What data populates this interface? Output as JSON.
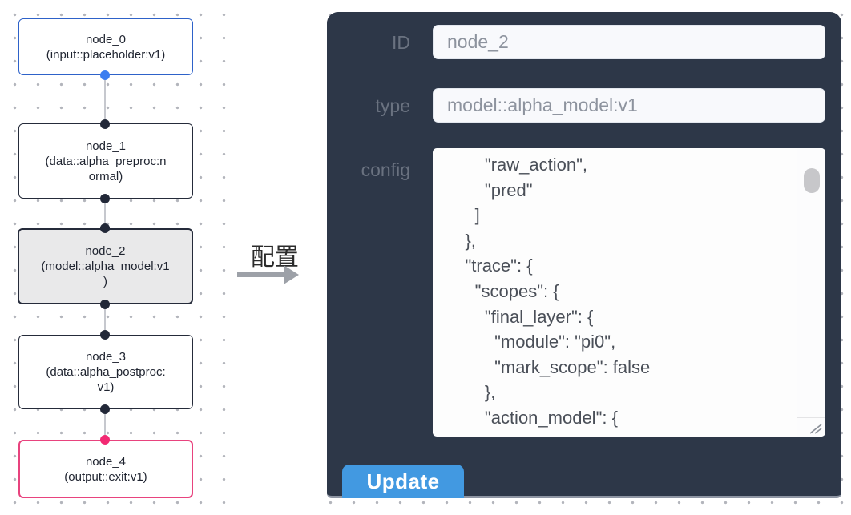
{
  "graph": {
    "nodes": [
      {
        "id": "node_0",
        "label": "node_0\n(input::placeholder:v1)",
        "kind": "input",
        "border_color": "#2e62c9"
      },
      {
        "id": "node_1",
        "label": "node_1\n(data::alpha_preproc:n\normal)",
        "kind": "data",
        "border_color": "#252b3a"
      },
      {
        "id": "node_2",
        "label": "node_2\n(model::alpha_model:v1\n)",
        "kind": "model",
        "border_color": "#252b3a",
        "selected": true,
        "selected_bg": "#e9e9ea"
      },
      {
        "id": "node_3",
        "label": "node_3\n(data::alpha_postproc:\nv1)",
        "kind": "data",
        "border_color": "#252b3a"
      },
      {
        "id": "node_4",
        "label": "node_4\n(output::exit:v1)",
        "kind": "output",
        "border_color": "#e8437e"
      }
    ],
    "port_colors": {
      "input": "#3b7df0",
      "default": "#222838",
      "output": "#f22972"
    }
  },
  "annotation": {
    "label": "配置",
    "arrow_color": "#9da1a8"
  },
  "panel": {
    "bg_color": "#2d3748",
    "fields": [
      {
        "label": "ID",
        "value": "node_2"
      },
      {
        "label": "type",
        "value": "model::alpha_model:v1"
      }
    ],
    "config": {
      "label": "config",
      "value": "        \"raw_action\",\n        \"pred\"\n      ]\n    },\n    \"trace\": {\n      \"scopes\": {\n        \"final_layer\": {\n          \"module\": \"pi0\",\n          \"mark_scope\": false\n        },\n        \"action_model\": {"
    },
    "update_label": "Update",
    "accent_color": "#4299e1"
  }
}
